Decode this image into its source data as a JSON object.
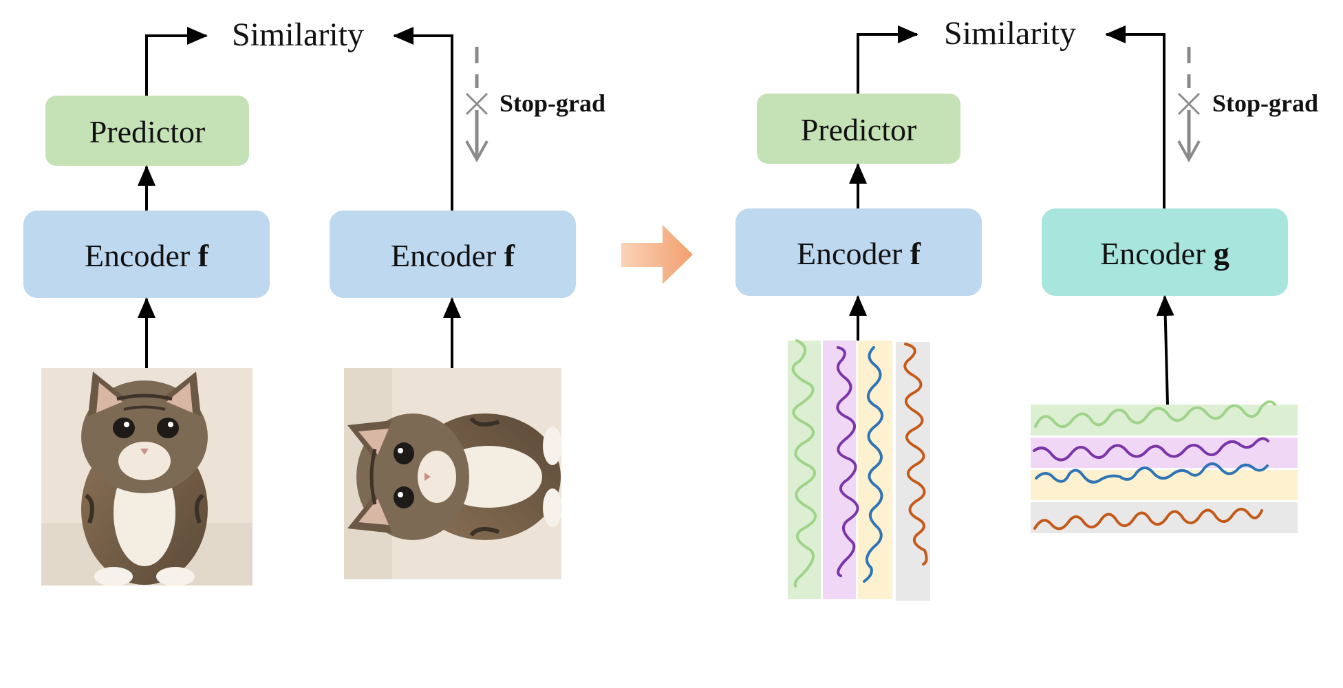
{
  "colors": {
    "predictor": "#c5e2b6",
    "encoder_f": "#bdd8ef",
    "encoder_g": "#a8e5dd",
    "arrow": "#000000",
    "stopgrad": "#8a8a8a",
    "transition_arrow": "#f5a77c",
    "wave_green": "#9fd38a",
    "wave_purple": "#7a35a8",
    "wave_blue": "#2f74b5",
    "wave_orange": "#c45a1a",
    "band_green": "#dcefd2",
    "band_purple": "#efd7f5",
    "band_yellow": "#fdf1cf",
    "band_gray": "#e8e8e8"
  },
  "left_panel": {
    "similarity": "Similarity",
    "predictor": "Predictor",
    "encoder_online": {
      "text": "Encoder ",
      "letter": "f"
    },
    "encoder_target": {
      "text": "Encoder ",
      "letter": "f"
    },
    "stop_grad": "Stop-grad",
    "image_online_icon": "kitten-photo",
    "image_target_icon": "kitten-photo-rotated"
  },
  "right_panel": {
    "similarity": "Similarity",
    "predictor": "Predictor",
    "encoder_online": {
      "text": "Encoder ",
      "letter": "f"
    },
    "encoder_target": {
      "text": "Encoder ",
      "letter": "g"
    },
    "stop_grad": "Stop-grad",
    "signals_vertical_icon": "time-series-vertical",
    "signals_horizontal_icon": "time-series-horizontal"
  }
}
